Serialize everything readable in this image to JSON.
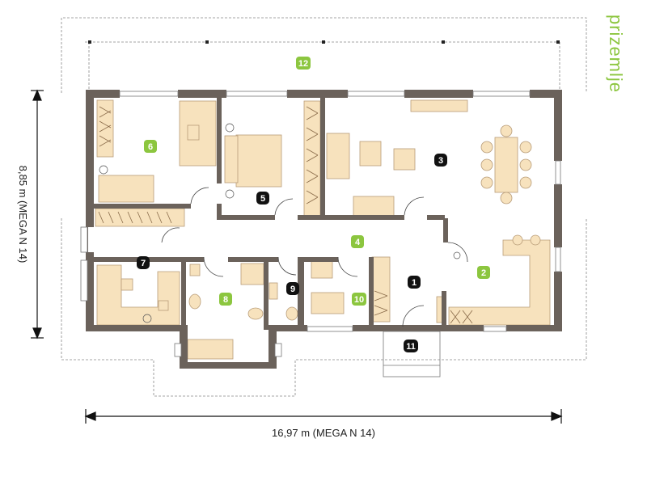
{
  "title": "prizemlje",
  "dimensions": {
    "width_label": "16,97 m (MEGA N 14)",
    "height_label": "8,85 m (MEGA N 14)"
  },
  "rooms": [
    {
      "id": "1",
      "label": "1",
      "style": "black"
    },
    {
      "id": "2",
      "label": "2",
      "style": "green"
    },
    {
      "id": "3",
      "label": "3",
      "style": "black"
    },
    {
      "id": "4",
      "label": "4",
      "style": "green"
    },
    {
      "id": "5",
      "label": "5",
      "style": "black"
    },
    {
      "id": "6",
      "label": "6",
      "style": "green"
    },
    {
      "id": "7",
      "label": "7",
      "style": "black"
    },
    {
      "id": "8",
      "label": "8",
      "style": "green"
    },
    {
      "id": "9",
      "label": "9",
      "style": "black"
    },
    {
      "id": "10",
      "label": "10",
      "style": "green"
    },
    {
      "id": "11",
      "label": "11",
      "style": "black"
    },
    {
      "id": "12",
      "label": "12",
      "style": "green"
    }
  ],
  "colors": {
    "wall": "#6b625b",
    "furniture": "#f7e2bd",
    "furniture_stroke": "#b89c78",
    "green_badge": "#8cc63f",
    "black_badge": "#111111",
    "title": "#8cc63f"
  }
}
